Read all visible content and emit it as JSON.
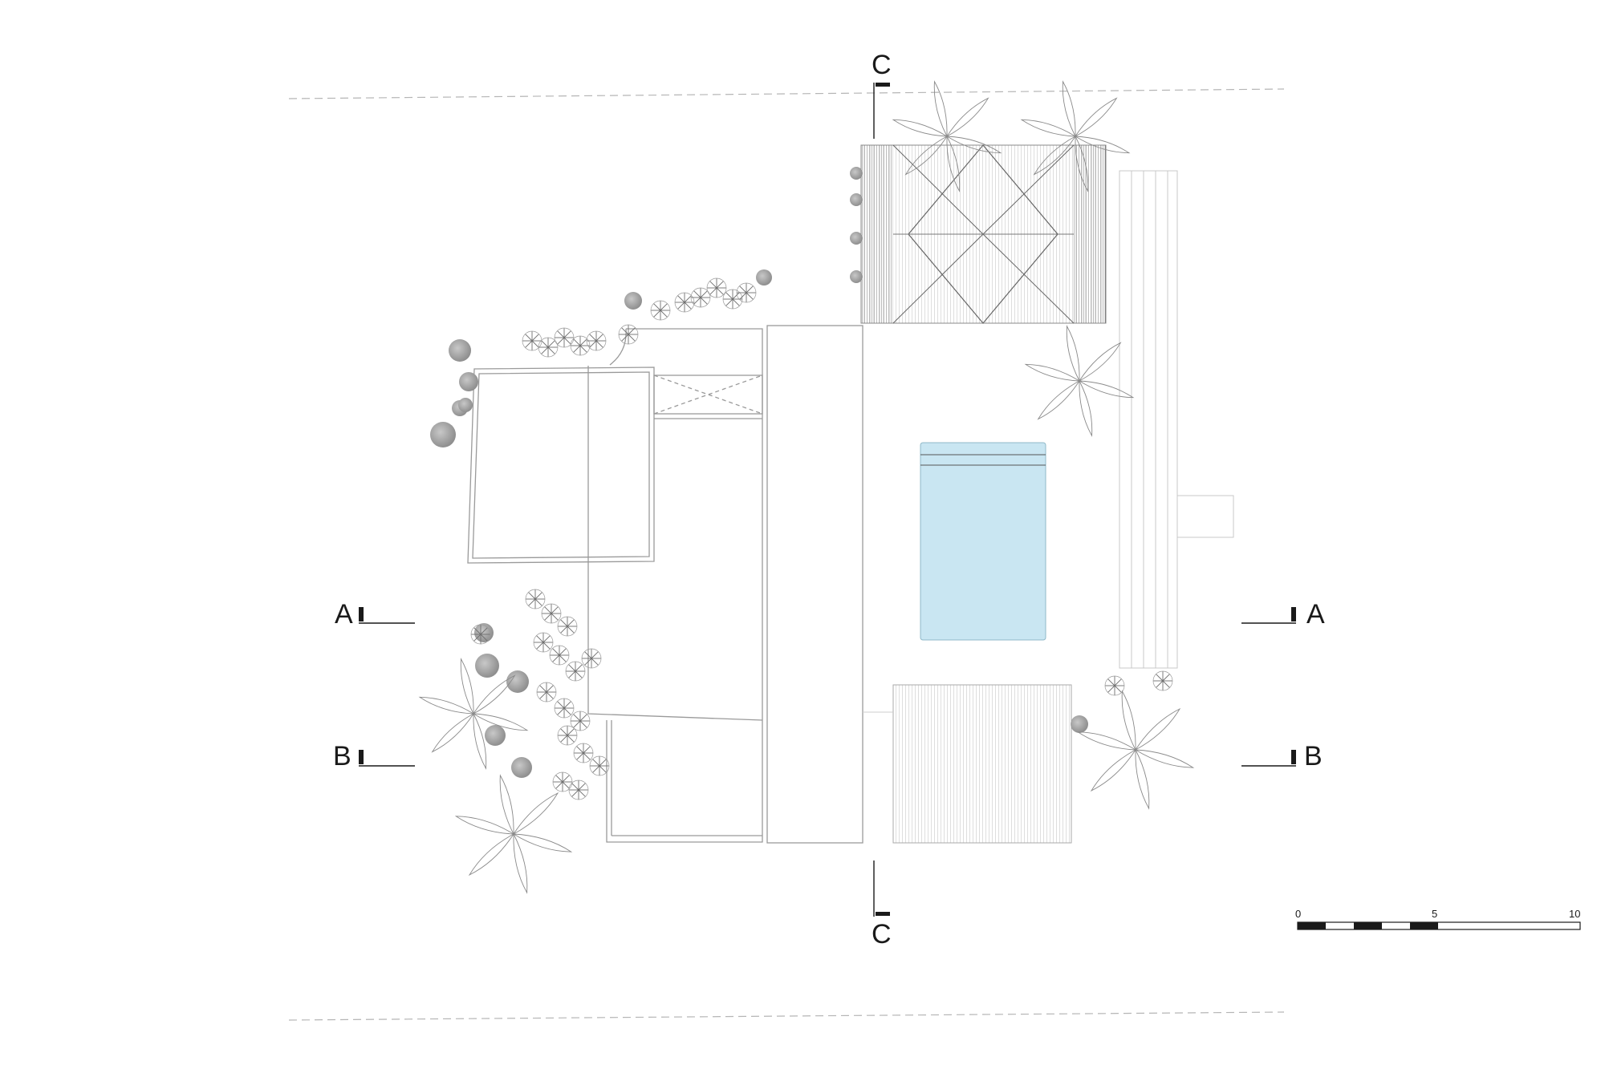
{
  "section_markers": {
    "a_left": "A",
    "a_right": "A",
    "b_left": "B",
    "b_right": "B",
    "c_top": "C",
    "c_bottom": "C"
  },
  "scale_bar": {
    "ticks": [
      "0",
      "5",
      "10"
    ]
  },
  "colors": {
    "pool": "#c9e6f2",
    "line": "#9a9a9a",
    "ink": "#1a1a1a",
    "foliage": "#8a8a8a"
  }
}
